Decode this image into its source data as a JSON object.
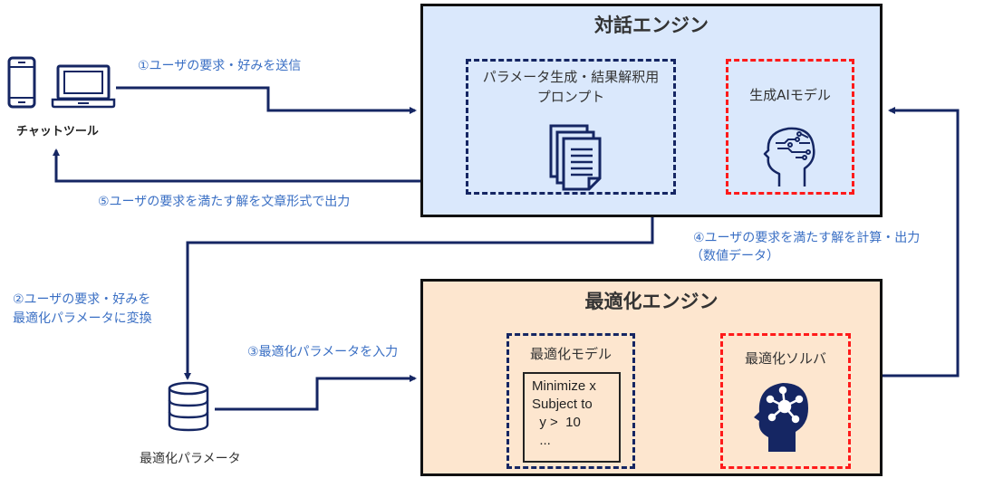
{
  "client": {
    "label": "チャットツール",
    "icons": [
      "smartphone-icon",
      "laptop-icon"
    ]
  },
  "dialog_engine": {
    "title": "対話エンジン",
    "prompt_box": {
      "title_line1": "パラメータ生成・結果解釈用",
      "title_line2": "プロンプト",
      "icon": "documents-icon"
    },
    "ai_model_box": {
      "title": "生成AIモデル",
      "icon": "ai-head-circuit-icon"
    }
  },
  "optimization_engine": {
    "title": "最適化エンジン",
    "model_box": {
      "title": "最適化モデル",
      "formula_lines": [
        "Minimize x",
        "Subject to",
        "  y >  10",
        "  ..."
      ]
    },
    "solver_box": {
      "title": "最適化ソルバ",
      "icon": "head-network-icon"
    }
  },
  "parameters": {
    "label": "最適化パラメータ",
    "icon": "database-icon"
  },
  "steps": {
    "step1": "①ユーザの要求・好みを送信",
    "step2_line1": "②ユーザの要求・好みを",
    "step2_line2": "最適化パラメータに変換",
    "step3": "③最適化パラメータを入力",
    "step4_line1": "④ユーザの要求を満たす解を計算・出力",
    "step4_line2": "（数値データ）",
    "step5": "⑤ユーザの要求を満たす解を文章形式で出力"
  },
  "colors": {
    "arrow": "#152663",
    "step_text": "#3a6fc4",
    "dialog_bg": "#dae8fc",
    "optimization_bg": "#fde6cf",
    "dash_navy": "#152663",
    "dash_red": "#ff1a1a"
  }
}
